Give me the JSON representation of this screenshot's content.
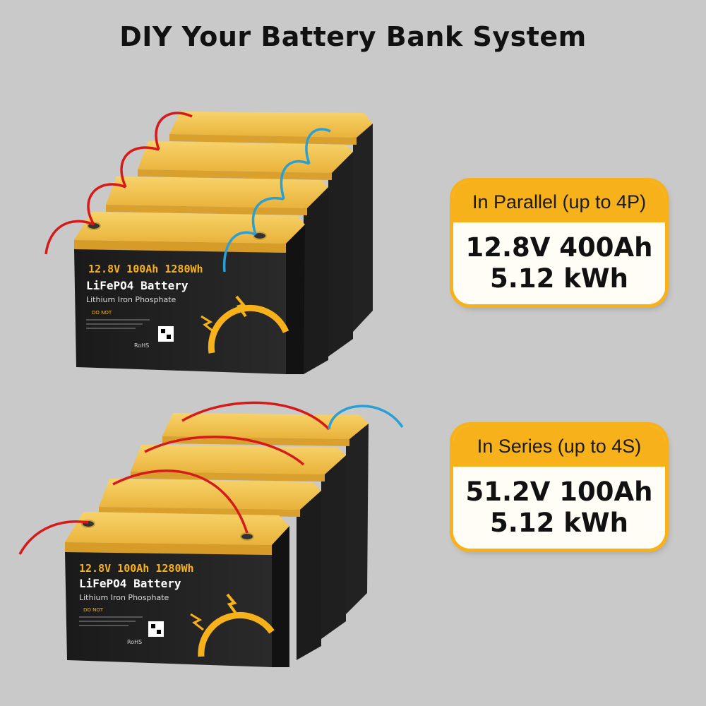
{
  "title": "DIY Your Battery Bank System",
  "battery_label": {
    "spec": "12.8V 100Ah 1280Wh",
    "name": "LiFePO4 Battery",
    "chemistry": "Lithium Iron Phosphate",
    "warning": "DO NOT",
    "certs": "RoHS"
  },
  "parallel": {
    "heading": "In Parallel (up to 4P)",
    "line1": "12.8V 400Ah",
    "line2": "5.12 kWh"
  },
  "series": {
    "heading": "In Series (up to 4S)",
    "line1": "51.2V 100Ah",
    "line2": "5.12 kWh"
  },
  "colors": {
    "background": "#c9c9c9",
    "accent_yellow": "#f7b21b",
    "lid_yellow": "#f3c64a",
    "battery_black": "#1b1b1b",
    "positive_wire": "#d61a1a",
    "negative_wire": "#2a9fd6"
  }
}
